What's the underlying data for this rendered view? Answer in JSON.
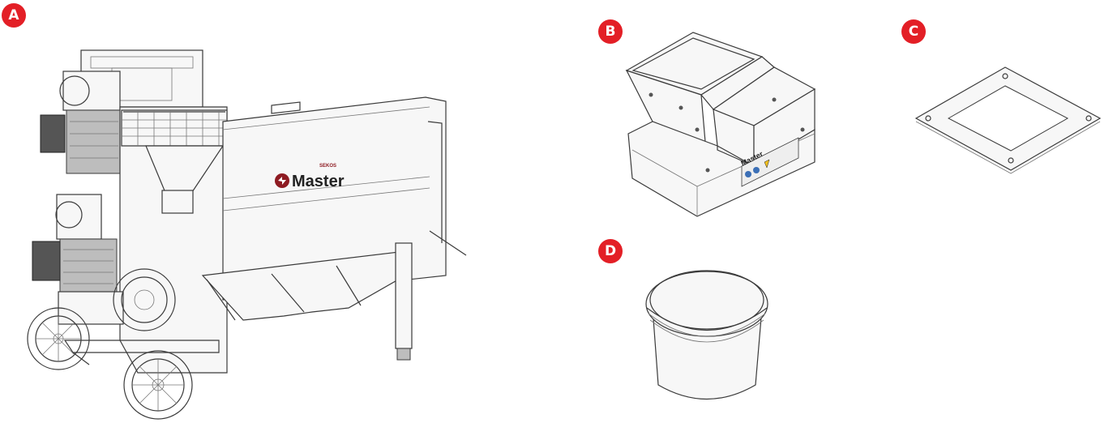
{
  "colors": {
    "badge": "#e31f26",
    "logo": "#8e1b22",
    "line": "#3a3a3a"
  },
  "labels": {
    "a": "A",
    "b": "B",
    "c": "C",
    "d": "D"
  },
  "machine": {
    "brand": "Master",
    "brand_small": "SEKOS"
  },
  "hopper": {
    "brand": "Master"
  }
}
